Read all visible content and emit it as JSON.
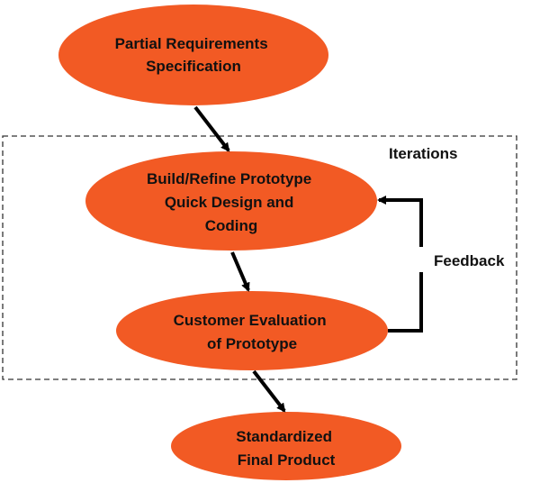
{
  "colors": {
    "node_fill": "#f25a24",
    "text": "#111111",
    "arrow": "#000000",
    "boundary": "#333333"
  },
  "nodes": {
    "requirements": {
      "line1": "Partial Requirements",
      "line2": "Specification"
    },
    "prototype": {
      "line1": "Build/Refine Prototype",
      "line2": "Quick Design and",
      "line3": "Coding"
    },
    "evaluation": {
      "line1": "Customer Evaluation",
      "line2": "of Prototype"
    },
    "final": {
      "line1": "Standardized",
      "line2": "Final Product"
    }
  },
  "labels": {
    "iterations": "Iterations",
    "feedback": "Feedback"
  }
}
